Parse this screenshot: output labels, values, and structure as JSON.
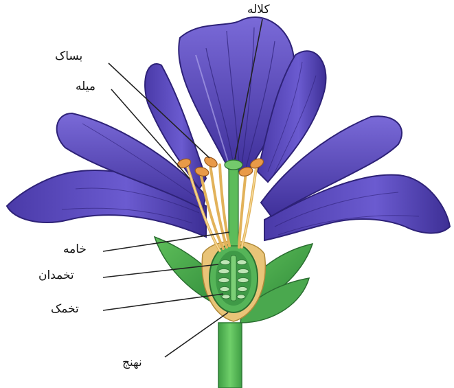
{
  "diagram": {
    "labels": {
      "stigma": "کلاله",
      "anther": "بساک",
      "filament": "میله",
      "style": "خامه",
      "ovary": "تخمدان",
      "ovule": "تخمک",
      "receptacle": "نهنج"
    }
  },
  "colors": {
    "petal": "#5b4bc4",
    "petal_dark": "#3a2c8f",
    "petal_light": "#8f86e0",
    "stem": "#5cbc5a",
    "stem_dark": "#2f8a3a",
    "stamen": "#e9b862",
    "anther": "#e59a4a",
    "leader_line": "#222222"
  }
}
